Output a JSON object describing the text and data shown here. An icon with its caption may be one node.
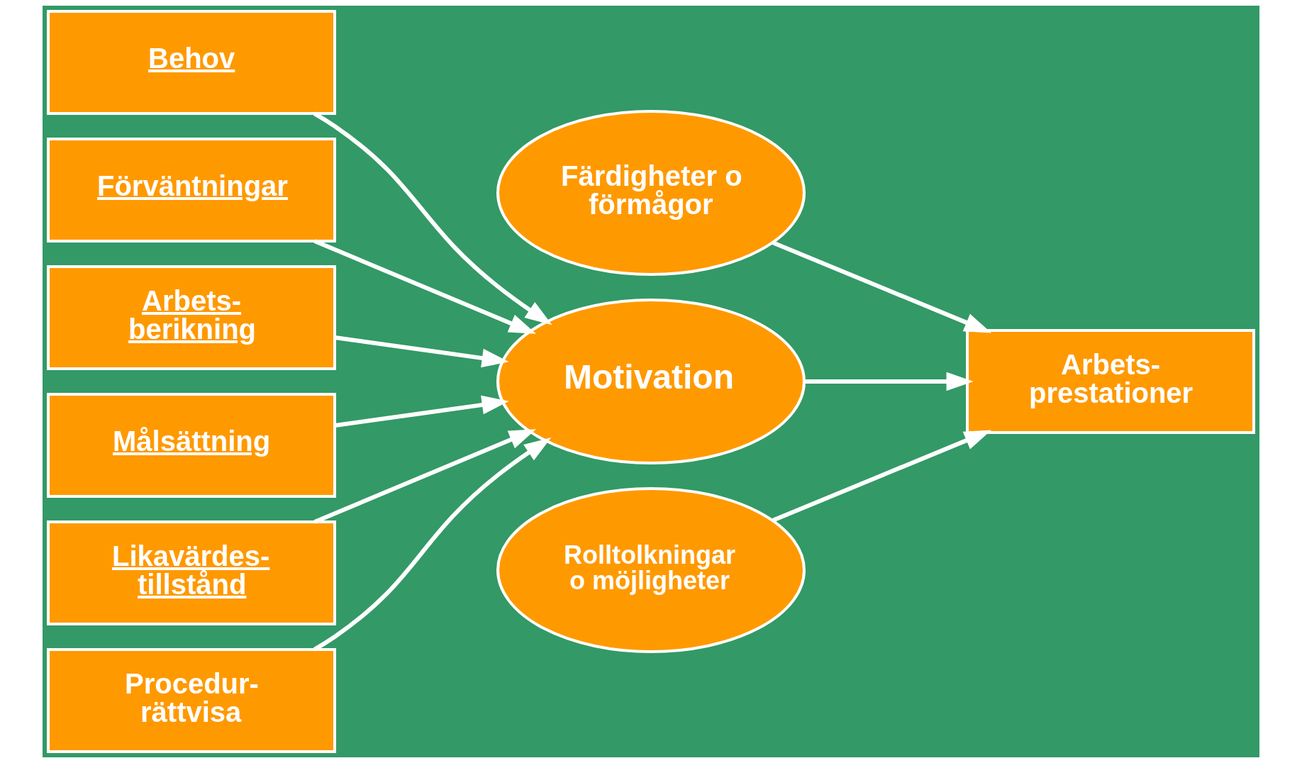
{
  "diagram": {
    "nodes": [
      {
        "text": [
          "Behov"
        ]
      },
      {
        "text": [
          "Förväntningar"
        ]
      },
      {
        "text": [
          "Arbets- berikning"
        ]
      },
      {
        "text": [
          "Målsättning"
        ]
      },
      {
        "text": [
          "Likavärdes- tillstånd"
        ]
      },
      {
        "text": [
          "Procedur- rättvisa"
        ]
      },
      {
        "text": [
          "Motivation"
        ]
      },
      {
        "text": [
          "Färdigheter o förmågor"
        ]
      },
      {
        "text": [
          "Rolltolkningar o möjligheter"
        ]
      },
      {
        "text": [
          "Arbets- prestationer"
        ]
      }
    ],
    "edges": [
      {
        "from": 0,
        "to": 6,
        "arrow": "to"
      },
      {
        "from": 1,
        "to": 6,
        "arrow": "to"
      },
      {
        "from": 2,
        "to": 6,
        "arrow": "to"
      },
      {
        "from": 3,
        "to": 6,
        "arrow": "to"
      },
      {
        "from": 4,
        "to": 6,
        "arrow": "to"
      },
      {
        "from": 5,
        "to": 6,
        "arrow": "to"
      },
      {
        "from": 6,
        "to": 9,
        "arrow": "to"
      },
      {
        "from": 7,
        "to": 9,
        "arrow": "to"
      },
      {
        "from": 8,
        "to": 9,
        "arrow": "to"
      }
    ]
  }
}
